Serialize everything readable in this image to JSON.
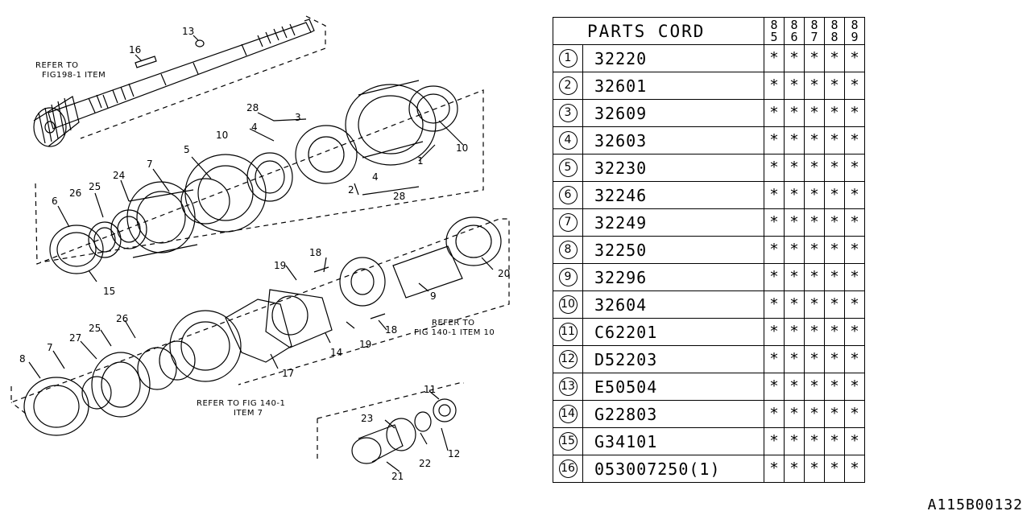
{
  "table": {
    "header_title": "PARTS CORD",
    "year_headers": [
      [
        "8",
        "5"
      ],
      [
        "8",
        "6"
      ],
      [
        "8",
        "7"
      ],
      [
        "8",
        "8"
      ],
      [
        "8",
        "9"
      ]
    ],
    "rows": [
      {
        "idx": "1",
        "part": "32220",
        "marks": [
          "*",
          "*",
          "*",
          "*",
          "*"
        ]
      },
      {
        "idx": "2",
        "part": "32601",
        "marks": [
          "*",
          "*",
          "*",
          "*",
          "*"
        ]
      },
      {
        "idx": "3",
        "part": "32609",
        "marks": [
          "*",
          "*",
          "*",
          "*",
          "*"
        ]
      },
      {
        "idx": "4",
        "part": "32603",
        "marks": [
          "*",
          "*",
          "*",
          "*",
          "*"
        ]
      },
      {
        "idx": "5",
        "part": "32230",
        "marks": [
          "*",
          "*",
          "*",
          "*",
          "*"
        ]
      },
      {
        "idx": "6",
        "part": "32246",
        "marks": [
          "*",
          "*",
          "*",
          "*",
          "*"
        ]
      },
      {
        "idx": "7",
        "part": "32249",
        "marks": [
          "*",
          "*",
          "*",
          "*",
          "*"
        ]
      },
      {
        "idx": "8",
        "part": "32250",
        "marks": [
          "*",
          "*",
          "*",
          "*",
          "*"
        ]
      },
      {
        "idx": "9",
        "part": "32296",
        "marks": [
          "*",
          "*",
          "*",
          "*",
          "*"
        ]
      },
      {
        "idx": "10",
        "part": "32604",
        "marks": [
          "*",
          "*",
          "*",
          "*",
          "*"
        ]
      },
      {
        "idx": "11",
        "part": "C62201",
        "marks": [
          "*",
          "*",
          "*",
          "*",
          "*"
        ]
      },
      {
        "idx": "12",
        "part": "D52203",
        "marks": [
          "*",
          "*",
          "*",
          "*",
          "*"
        ]
      },
      {
        "idx": "13",
        "part": "E50504",
        "marks": [
          "*",
          "*",
          "*",
          "*",
          "*"
        ]
      },
      {
        "idx": "14",
        "part": "G22803",
        "marks": [
          "*",
          "*",
          "*",
          "*",
          "*"
        ]
      },
      {
        "idx": "15",
        "part": "G34101",
        "marks": [
          "*",
          "*",
          "*",
          "*",
          "*"
        ]
      },
      {
        "idx": "16",
        "part": "053007250(1)",
        "marks": [
          "*",
          "*",
          "*",
          "*",
          "*"
        ]
      }
    ]
  },
  "diagram": {
    "callouts": [
      "13",
      "16",
      "28",
      "3",
      "4",
      "10",
      "5",
      "7",
      "24",
      "25",
      "26",
      "6",
      "2",
      "28",
      "4",
      "1",
      "10",
      "15",
      "18",
      "19",
      "20",
      "9",
      "18",
      "19",
      "14",
      "17",
      "8",
      "7",
      "27",
      "25",
      "26",
      "11",
      "23",
      "22",
      "12",
      "21"
    ],
    "notes": {
      "refer_a_line1": "REFER TO",
      "refer_a_line2": "FIG198-1 ITEM",
      "refer_b_line1": "REFER TO",
      "refer_b_line2": "FIG 140-1 ITEM 10",
      "refer_c_line1": "REFER TO FIG 140-1",
      "refer_c_line2": "ITEM 7"
    }
  },
  "footer_code": "A115B00132"
}
